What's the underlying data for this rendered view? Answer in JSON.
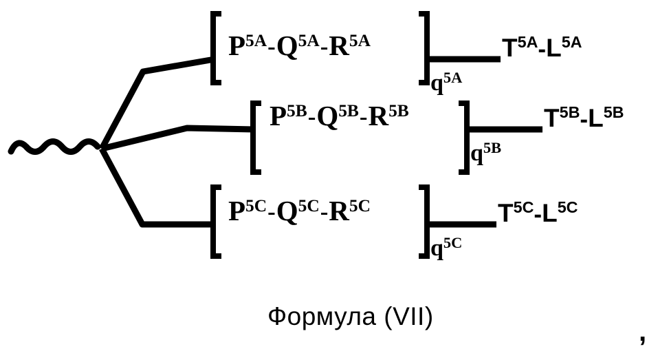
{
  "figure": {
    "caption": "Формула (VII)",
    "trailing_punctuation": ",",
    "attachment_bond": "wavy-bond",
    "branch_count": 3
  },
  "rows": [
    {
      "id": "row-a",
      "bracket_open": "[",
      "bracket_close": "]",
      "units": [
        {
          "symbol": "P",
          "sup": "5A"
        },
        {
          "symbol": "Q",
          "sup": "5A"
        },
        {
          "symbol": "R",
          "sup": "5A"
        }
      ],
      "unit_separator": "-",
      "repeat_subscript": {
        "symbol": "q",
        "sup": "5A"
      },
      "terminal": [
        {
          "symbol": "T",
          "sup": "5A"
        },
        {
          "symbol": "L",
          "sup": "5A"
        }
      ],
      "terminal_separator": "-"
    },
    {
      "id": "row-b",
      "bracket_open": "[",
      "bracket_close": "]",
      "units": [
        {
          "symbol": "P",
          "sup": "5B"
        },
        {
          "symbol": "Q",
          "sup": "5B"
        },
        {
          "symbol": "R",
          "sup": "5B"
        }
      ],
      "unit_separator": "-",
      "repeat_subscript": {
        "symbol": "q",
        "sup": "5B"
      },
      "terminal": [
        {
          "symbol": "T",
          "sup": "5B"
        },
        {
          "symbol": "L",
          "sup": "5B"
        }
      ],
      "terminal_separator": "-"
    },
    {
      "id": "row-c",
      "bracket_open": "[",
      "bracket_close": "]",
      "units": [
        {
          "symbol": "P",
          "sup": "5C"
        },
        {
          "symbol": "Q",
          "sup": "5C"
        },
        {
          "symbol": "R",
          "sup": "5C"
        }
      ],
      "unit_separator": "-",
      "repeat_subscript": {
        "symbol": "q",
        "sup": "5C"
      },
      "terminal": [
        {
          "symbol": "T",
          "sup": "5C"
        },
        {
          "symbol": "L",
          "sup": "5C"
        }
      ],
      "terminal_separator": "-"
    }
  ],
  "colors": {
    "ink": "#000000",
    "paper": "#ffffff"
  }
}
